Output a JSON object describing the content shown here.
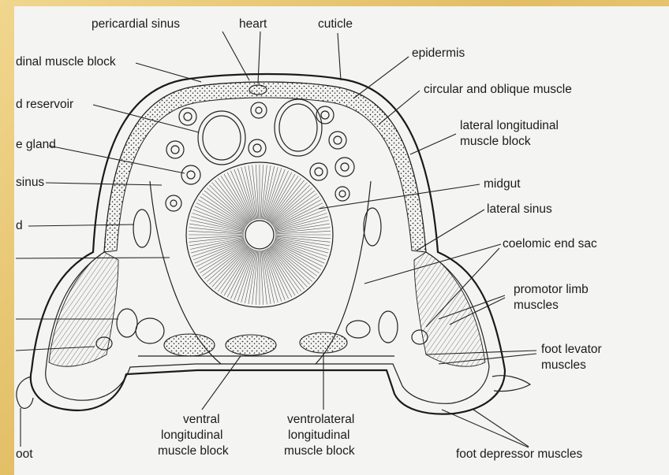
{
  "colors": {
    "page_edge": "#e8c87a",
    "paper": "#f4f4f2",
    "ink": "#1b1b1b"
  },
  "labels": {
    "pericardial_sinus": "pericardial sinus",
    "heart": "heart",
    "cuticle": "cuticle",
    "longitudinal_muscle_block": "dinal muscle block",
    "epidermis": "epidermis",
    "circular_oblique_muscle": "circular and oblique muscle",
    "reservoir": "d reservoir",
    "lateral_longitudinal_1": "lateral longitudinal",
    "lateral_longitudinal_2": "muscle block",
    "gland": "e gland",
    "sinus": "sinus",
    "midgut": "midgut",
    "lateral_sinus": "lateral sinus",
    "d": "d",
    "coelomic_end_sac": "coelomic end sac",
    "promotor_1": "promotor limb",
    "promotor_2": "muscles",
    "foot_levator_1": "foot levator",
    "foot_levator_2": "muscles",
    "ventral_1": "ventral",
    "ventral_2": "longitudinal",
    "ventral_3": "muscle block",
    "ventrolateral_1": "ventrolateral",
    "ventrolateral_2": "longitudinal",
    "ventrolateral_3": "muscle block",
    "foot": "oot",
    "foot_depressor": "foot depressor muscles"
  }
}
